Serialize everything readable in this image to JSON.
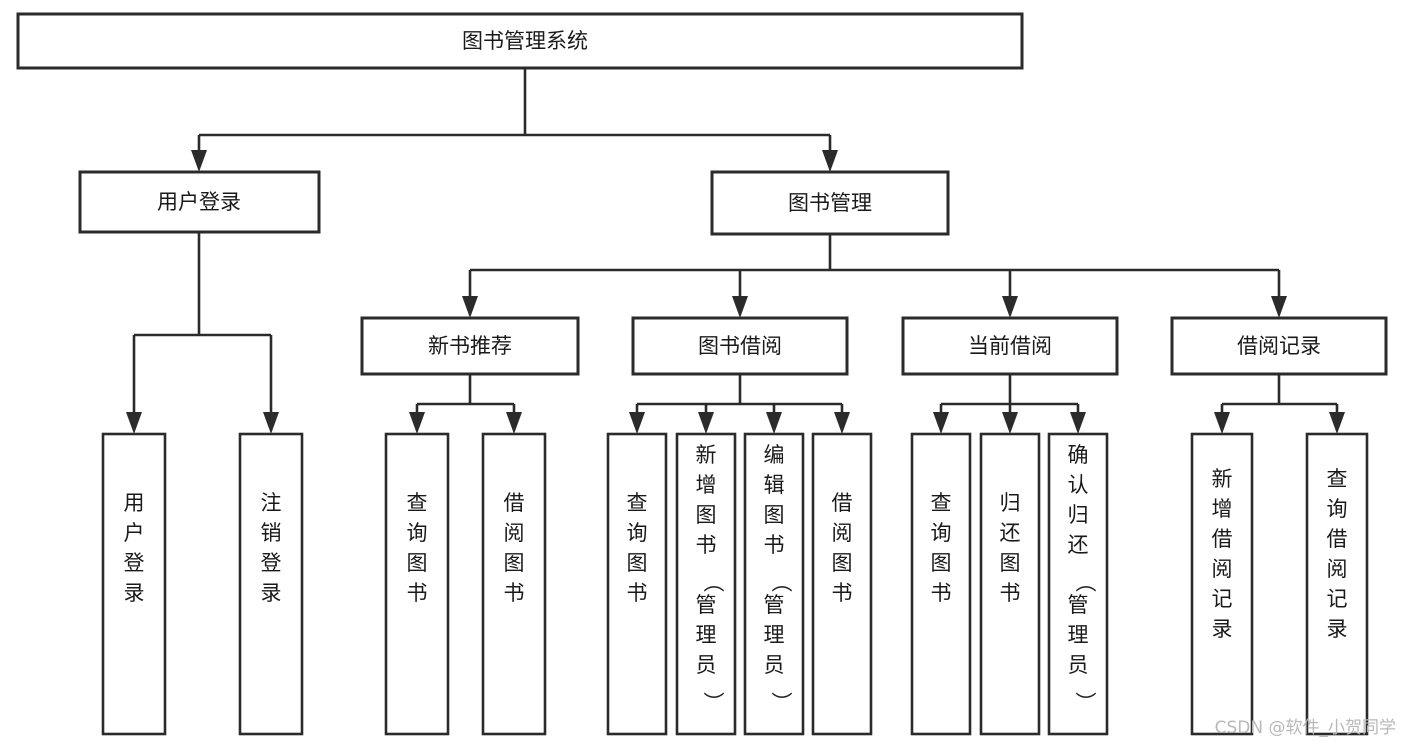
{
  "diagram": {
    "title": "图书管理系统",
    "type": "hierarchy-tree",
    "orientation": "top-down",
    "watermark": "CSDN @软件_小贺同学",
    "colors": {
      "background": "#ffffff",
      "box_stroke": "#2b2b2b",
      "box_fill": "#ffffff",
      "text": "#1a1a1a",
      "connector": "#2b2b2b",
      "watermark": "#b9b9b9"
    },
    "root": {
      "label": "图书管理系统",
      "level": 0
    },
    "level1": [
      {
        "label": "用户登录",
        "level": 1
      },
      {
        "label": "图书管理",
        "level": 1
      }
    ],
    "level2": [
      {
        "label": "新书推荐",
        "level": 2,
        "parent": "图书管理"
      },
      {
        "label": "图书借阅",
        "level": 2,
        "parent": "图书管理"
      },
      {
        "label": "当前借阅",
        "level": 2,
        "parent": "图书管理"
      },
      {
        "label": "借阅记录",
        "level": 2,
        "parent": "图书管理"
      }
    ],
    "leaves": {
      "user_login": [
        {
          "label": "用户登录",
          "chars": [
            "用",
            "户",
            "登",
            "录"
          ]
        },
        {
          "label": "注销登录",
          "chars": [
            "注",
            "销",
            "登",
            "录"
          ]
        }
      ],
      "new_book": [
        {
          "label": "查询图书",
          "chars": [
            "查",
            "询",
            "图",
            "书"
          ]
        },
        {
          "label": "借阅图书",
          "chars": [
            "借",
            "阅",
            "图",
            "书"
          ]
        }
      ],
      "book_borrow": [
        {
          "label": "查询图书",
          "chars": [
            "查",
            "询",
            "图",
            "书"
          ]
        },
        {
          "label": "新增图书（管理员）",
          "chars": [
            "新",
            "增",
            "图",
            "书",
            "（",
            "管",
            "理",
            "员",
            "）"
          ]
        },
        {
          "label": "编辑图书（管理员）",
          "chars": [
            "编",
            "辑",
            "图",
            "书",
            "（",
            "管",
            "理",
            "员",
            "）"
          ]
        },
        {
          "label": "借阅图书",
          "chars": [
            "借",
            "阅",
            "图",
            "书"
          ]
        }
      ],
      "current_borrow": [
        {
          "label": "查询图书",
          "chars": [
            "查",
            "询",
            "图",
            "书"
          ]
        },
        {
          "label": "归还图书",
          "chars": [
            "归",
            "还",
            "图",
            "书"
          ]
        },
        {
          "label": "确认归还（管理员）",
          "chars": [
            "确",
            "认",
            "归",
            "还",
            "（",
            "管",
            "理",
            "员",
            "）"
          ]
        }
      ],
      "borrow_record": [
        {
          "label": "新增借阅记录",
          "chars": [
            "新",
            "增",
            "借",
            "阅",
            "记",
            "录"
          ]
        },
        {
          "label": "查询借阅记录",
          "chars": [
            "查",
            "询",
            "借",
            "阅",
            "记",
            "录"
          ]
        }
      ]
    }
  }
}
